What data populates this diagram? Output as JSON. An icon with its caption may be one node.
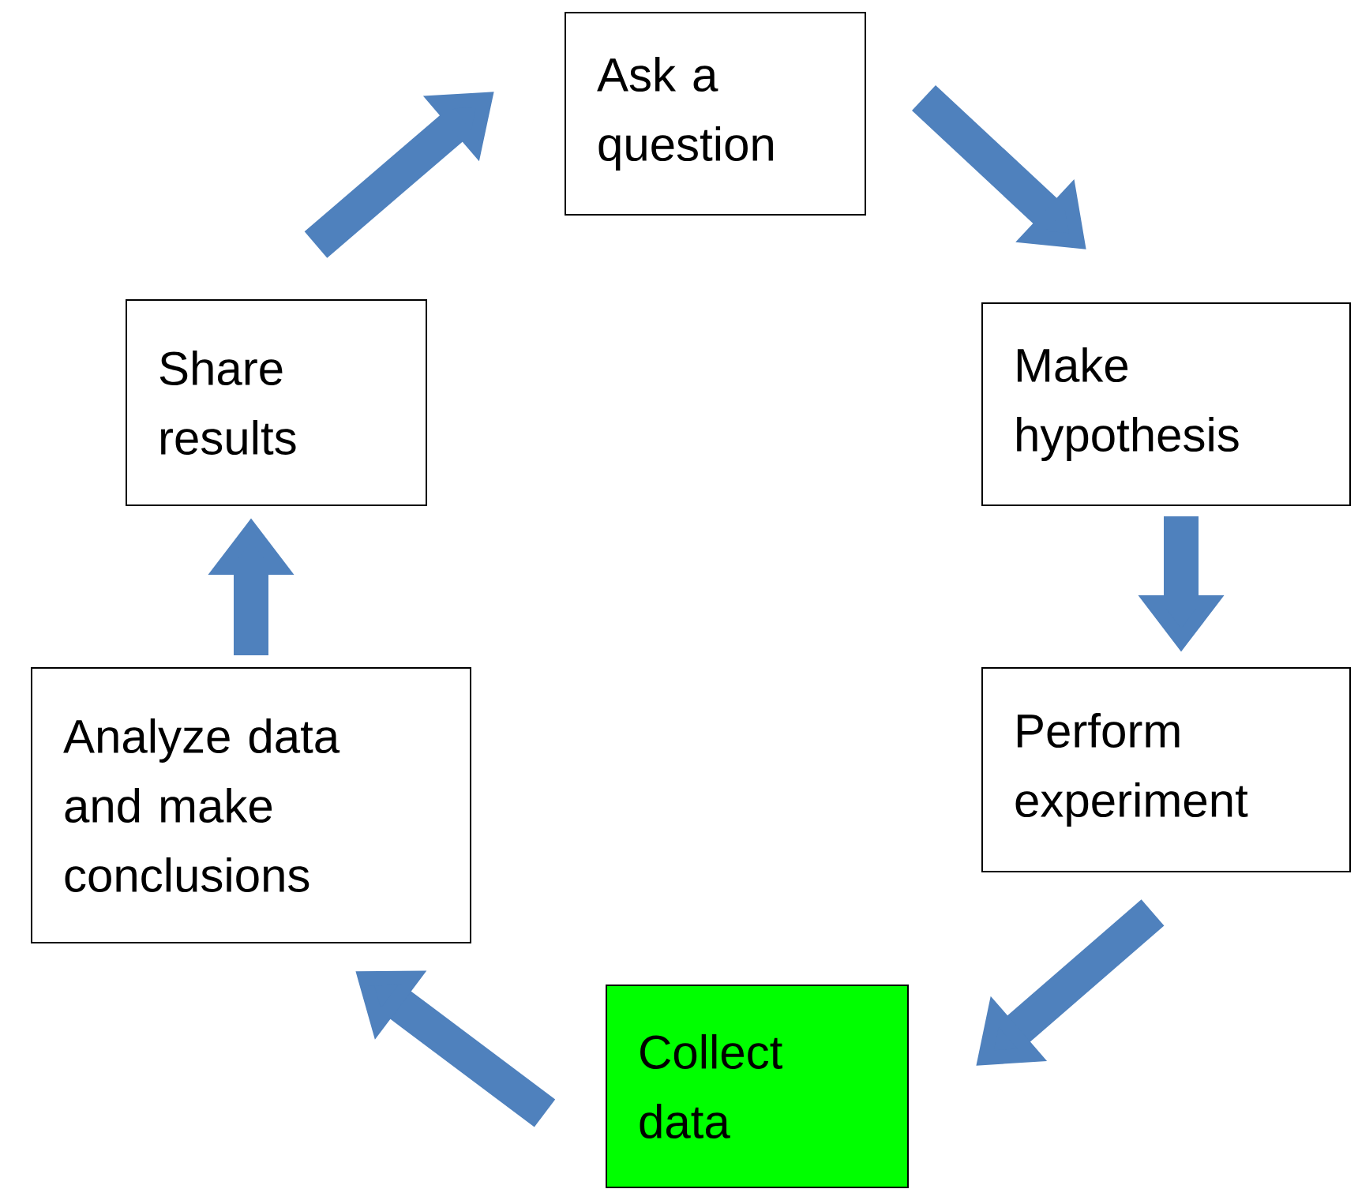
{
  "diagram": {
    "nodes": [
      {
        "text": [
          "Ask a question"
        ]
      },
      {
        "text": [
          "Make hypothesis"
        ]
      },
      {
        "text": [
          "Perform experiment"
        ]
      },
      {
        "text": [
          "Collect data"
        ]
      },
      {
        "text": [
          "Analyze data and make conclusions"
        ]
      },
      {
        "text": [
          "Share results"
        ]
      }
    ],
    "edges": [
      {
        "from": 0,
        "to": 1,
        "arrow": "to"
      },
      {
        "from": 1,
        "to": 2,
        "arrow": "to"
      },
      {
        "from": 2,
        "to": 3,
        "arrow": "to"
      },
      {
        "from": 3,
        "to": 4,
        "arrow": "to"
      },
      {
        "from": 4,
        "to": 5,
        "arrow": "to"
      },
      {
        "from": 5,
        "to": 0,
        "arrow": "to"
      }
    ]
  }
}
